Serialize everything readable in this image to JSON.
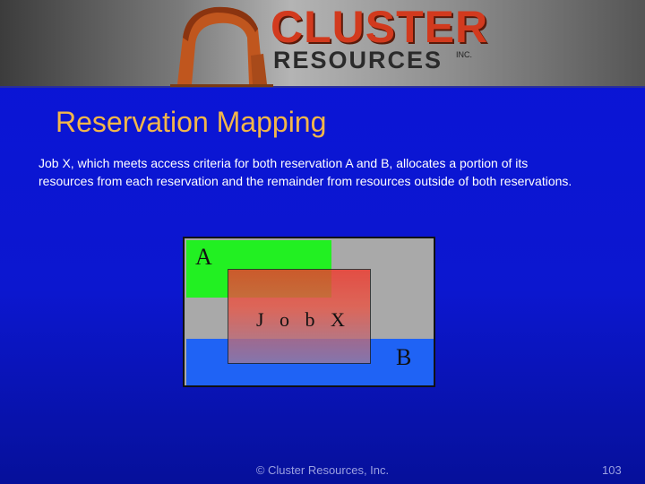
{
  "logo": {
    "name_top": "CLUSTER",
    "name_bottom": "RESOURCES",
    "suffix": "INC.",
    "icon": "arch-icon"
  },
  "slide": {
    "title": "Reservation Mapping",
    "body": "Job X, which meets access criteria for both reservation A and B, allocates a portion of its resources from each reservation and the remainder from resources outside of both reservations."
  },
  "diagram": {
    "label_a": "A",
    "label_job": "JobX",
    "label_b": "B",
    "colors": {
      "reservation_a": "#22f022",
      "reservation_b": "#1f63f5",
      "job": "#f03a2e",
      "background": "#a9a9a9"
    }
  },
  "footer": {
    "copyright": "© Cluster Resources, Inc.",
    "page_number": "103"
  }
}
